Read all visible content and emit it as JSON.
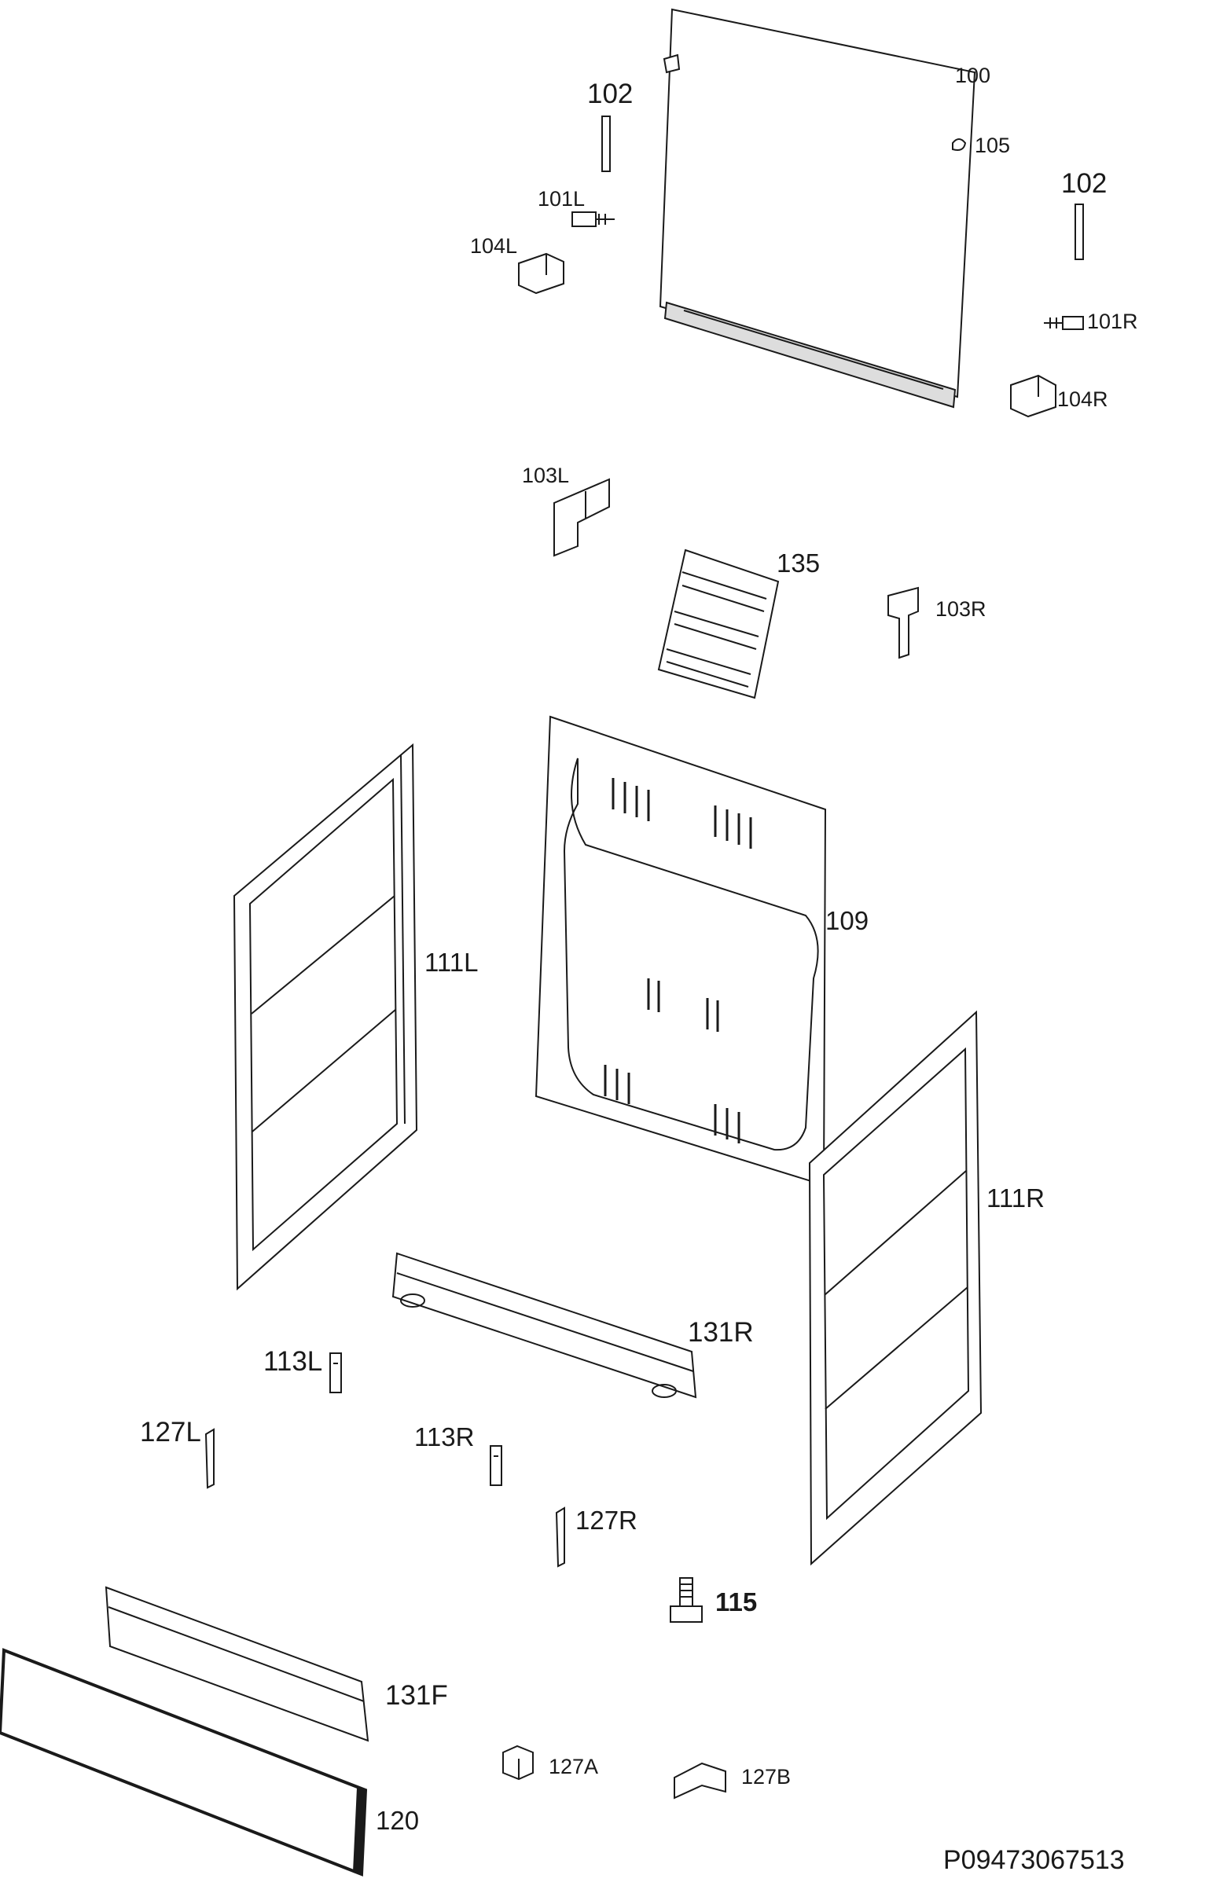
{
  "diagram_code": "P09473067513",
  "parts": {
    "p100": "100",
    "p102a": "102",
    "p102b": "102",
    "p105": "105",
    "p101L": "101L",
    "p104L": "104L",
    "p101R": "101R",
    "p104R": "104R",
    "p103L": "103L",
    "p103R": "103R",
    "p135": "135",
    "p109": "109",
    "p111L": "111L",
    "p111R": "111R",
    "p131R": "131R",
    "p113L": "113L",
    "p113R": "113R",
    "p127L": "127L",
    "p127R": "127R",
    "p115": "115",
    "p131F": "131F",
    "p127A": "127A",
    "p127B": "127B",
    "p120": "120"
  },
  "colors": {
    "line": "#1a1a1a",
    "fill": "#ffffff",
    "shade": "#dddddd"
  }
}
